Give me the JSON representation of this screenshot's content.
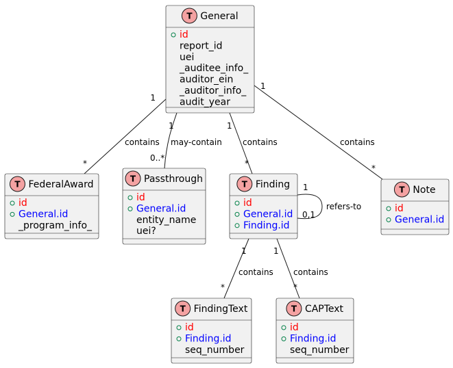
{
  "colors": {
    "pk": "#FF0000",
    "fk": "#0000FF",
    "plain": "#000000",
    "badge": "#F4A2A2",
    "box_fill": "#F1F1F1",
    "visibility": "#038048"
  },
  "badge_letter": "T",
  "classes": [
    {
      "key": "general",
      "name": "General",
      "attrs": [
        {
          "text": "id",
          "kind": "pk",
          "marker": true
        },
        {
          "text": "report_id",
          "kind": "plain",
          "marker": false
        },
        {
          "text": "uei",
          "kind": "plain",
          "marker": false
        },
        {
          "text": "_auditee_info_",
          "kind": "plain",
          "marker": false
        },
        {
          "text": "auditor_ein",
          "kind": "plain",
          "marker": false
        },
        {
          "text": "_auditor_info_",
          "kind": "plain",
          "marker": false
        },
        {
          "text": "audit_year",
          "kind": "plain",
          "marker": false
        }
      ]
    },
    {
      "key": "federalaward",
      "name": "FederalAward",
      "attrs": [
        {
          "text": "id",
          "kind": "pk",
          "marker": true
        },
        {
          "text": "General.id",
          "kind": "fk",
          "marker": true
        },
        {
          "text": "_program_info_",
          "kind": "plain",
          "marker": false
        }
      ]
    },
    {
      "key": "passthrough",
      "name": "Passthrough",
      "attrs": [
        {
          "text": "id",
          "kind": "pk",
          "marker": true
        },
        {
          "text": "General.id",
          "kind": "fk",
          "marker": true
        },
        {
          "text": "entity_name",
          "kind": "plain",
          "marker": false
        },
        {
          "text": "uei?",
          "kind": "plain",
          "marker": false
        }
      ]
    },
    {
      "key": "finding",
      "name": "Finding",
      "attrs": [
        {
          "text": "id",
          "kind": "pk",
          "marker": true
        },
        {
          "text": "General.id",
          "kind": "fk",
          "marker": true
        },
        {
          "text": "Finding.id",
          "kind": "fk",
          "marker": true
        }
      ]
    },
    {
      "key": "note",
      "name": "Note",
      "attrs": [
        {
          "text": "id",
          "kind": "pk",
          "marker": true
        },
        {
          "text": "General.id",
          "kind": "fk",
          "marker": true
        }
      ]
    },
    {
      "key": "findingtext",
      "name": "FindingText",
      "attrs": [
        {
          "text": "id",
          "kind": "pk",
          "marker": true
        },
        {
          "text": "Finding.id",
          "kind": "fk",
          "marker": true
        },
        {
          "text": "seq_number",
          "kind": "plain",
          "marker": false
        }
      ]
    },
    {
      "key": "captext",
      "name": "CAPText",
      "attrs": [
        {
          "text": "id",
          "kind": "pk",
          "marker": true
        },
        {
          "text": "Finding.id",
          "kind": "fk",
          "marker": true
        },
        {
          "text": "seq_number",
          "kind": "plain",
          "marker": false
        }
      ]
    }
  ],
  "relations": [
    {
      "key": "general-federalaward",
      "label": "contains",
      "from_mult": "1",
      "to_mult": "*"
    },
    {
      "key": "general-passthrough",
      "label": "may-contain",
      "from_mult": "1",
      "to_mult": "0..*"
    },
    {
      "key": "general-finding",
      "label": "contains",
      "from_mult": "1",
      "to_mult": "*"
    },
    {
      "key": "general-note",
      "label": "contains",
      "from_mult": "1",
      "to_mult": "*"
    },
    {
      "key": "finding-finding",
      "label": "refers-to",
      "from_mult": "1",
      "to_mult": "0,1"
    },
    {
      "key": "finding-findingtext",
      "label": "contains",
      "from_mult": "1",
      "to_mult": "*"
    },
    {
      "key": "finding-captext",
      "label": "contains",
      "from_mult": "1",
      "to_mult": "*"
    }
  ]
}
